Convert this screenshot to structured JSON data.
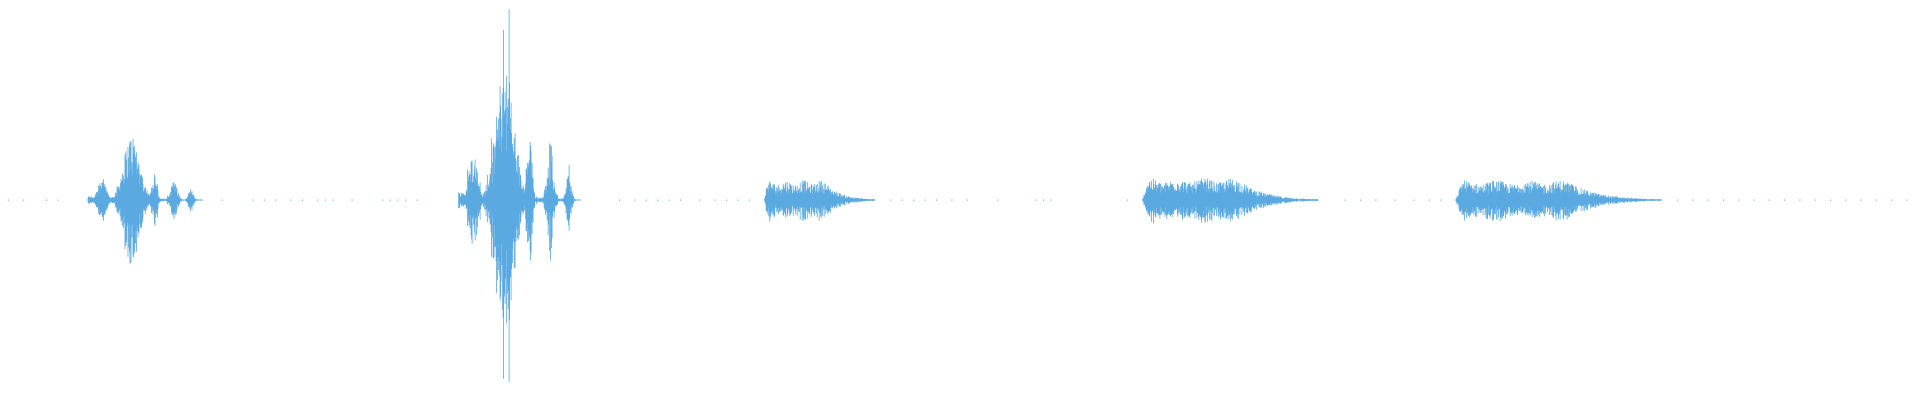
{
  "waveform": {
    "color": "#5aa9e0",
    "background": "#ffffff",
    "duration_s": 25.0,
    "segments": [
      {
        "start": 1.1,
        "end": 2.6,
        "peak": 0.33,
        "style": "burst"
      },
      {
        "start": 5.95,
        "end": 7.55,
        "peak": 0.7,
        "style": "burst"
      },
      {
        "start": 9.95,
        "end": 11.4,
        "peak": 0.1,
        "style": "flat"
      },
      {
        "start": 14.9,
        "end": 17.2,
        "peak": 0.11,
        "style": "flat"
      },
      {
        "start": 19.0,
        "end": 21.7,
        "peak": 0.1,
        "style": "flat"
      }
    ],
    "ticks": [
      0.05,
      0.25,
      0.55,
      0.7,
      2.85,
      3.25,
      3.4,
      3.55,
      3.75,
      3.9,
      4.1,
      4.2,
      4.3,
      4.55,
      4.95,
      5.05,
      5.15,
      5.25,
      5.4,
      8.05,
      8.25,
      8.4,
      8.55,
      8.7,
      8.85,
      9.1,
      9.3,
      9.45,
      9.6,
      9.75,
      11.6,
      11.75,
      11.9,
      12.05,
      12.2,
      12.4,
      12.6,
      13.0,
      13.5,
      13.6,
      13.7,
      14.7,
      17.55,
      17.75,
      17.95,
      18.2,
      18.45,
      18.65,
      18.8,
      21.9,
      22.1,
      22.3,
      22.5,
      22.7,
      22.9,
      23.1,
      23.3,
      23.5,
      23.7,
      23.9,
      24.1,
      24.3,
      24.5,
      24.7,
      24.9
    ]
  }
}
